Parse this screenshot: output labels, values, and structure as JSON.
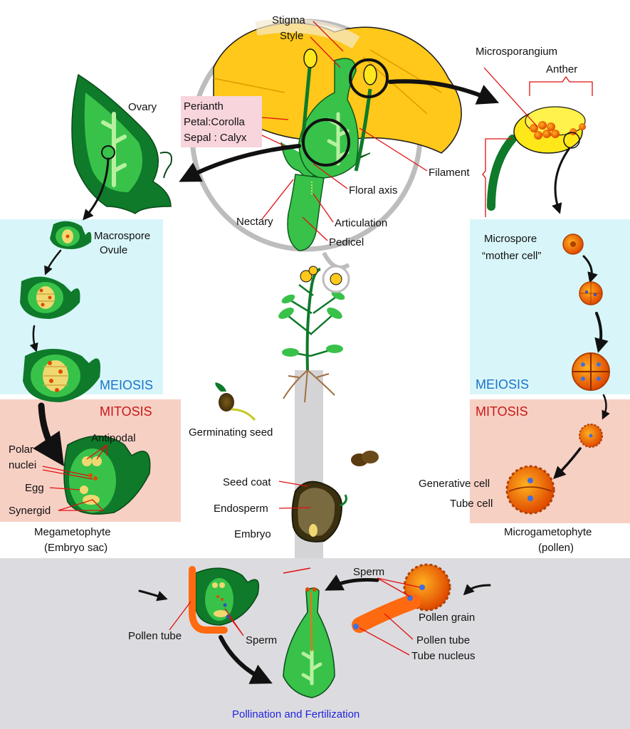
{
  "colors": {
    "meiosis_bg": "#d8f6fa",
    "mitosis_bg": "#f7d0c4",
    "fertilization_bg": "#dcdce0",
    "stem_band": "#d4d4d6",
    "petal": "#ffc81a",
    "green_dark": "#0e7a2a",
    "green_light": "#38c24a",
    "label_line": "#e01010",
    "meiosis_text": "#1a73c8",
    "mitosis_text": "#c81818",
    "caption_text": "#2222dd"
  },
  "flower": {
    "stigma": "Stigma",
    "style": "Style",
    "perianth": "Perianth",
    "petal_corolla": "Petal:Corolla",
    "sepal_calyx": "Sepal : Calyx",
    "floral_axis": "Floral axis",
    "filament": "Filament",
    "nectary": "Nectary",
    "articulation": "Articulation",
    "pedicel": "Pedicel"
  },
  "anther": {
    "microsporangium": "Microsporangium",
    "anther": "Anther"
  },
  "female": {
    "ovary": "Ovary",
    "macrospore": "Macrospore",
    "ovule": "Ovule",
    "antipodal": "Antipodal",
    "polar": "Polar",
    "nuclei": "nuclei",
    "egg": "Egg",
    "synergid": "Synergid",
    "megametophyte": "Megametophyte",
    "embryo_sac": "(Embryo sac)"
  },
  "male": {
    "microspore": "Microspore",
    "mother_cell": "“mother cell”",
    "generative_cell": "Generative cell",
    "tube_cell": "Tube cell",
    "microgametophyte": "Microgametophyte",
    "pollen": "(pollen)"
  },
  "stages": {
    "meiosis_left": "MEIOSIS",
    "mitosis_left": "MITOSIS",
    "meiosis_right": "MEIOSIS",
    "mitosis_right": "MITOSIS"
  },
  "seed": {
    "germinating_seed": "Germinating seed",
    "seed_coat": "Seed coat",
    "endosperm": "Endosperm",
    "embryo": "Embryo"
  },
  "fertilization": {
    "pollen_tube_left": "Pollen tube",
    "sperm_left": "Sperm",
    "sperm_right": "Sperm",
    "pollen_grain": "Pollen grain",
    "pollen_tube_right": "Pollen tube",
    "tube_nucleus": "Tube nucleus",
    "caption": "Pollination and Fertilization"
  }
}
